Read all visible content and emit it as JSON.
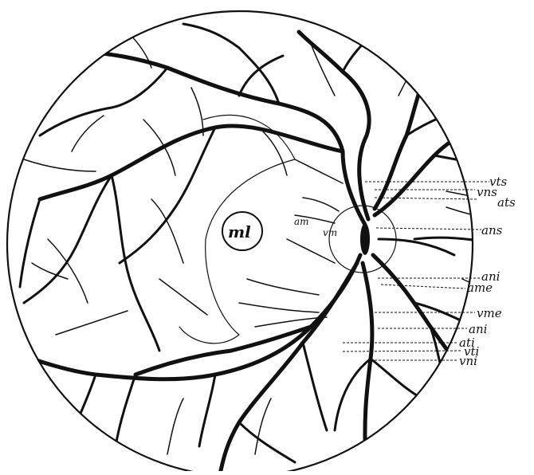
{
  "figure": {
    "labels": {
      "vts": "vts",
      "vns": "vns",
      "ats": "ats",
      "ans": "ans",
      "ani_upper": "ani",
      "ame": "ame",
      "vme": "vme",
      "ani_lower": "ani",
      "ati": "ati",
      "vti": "vti",
      "vni": "vni",
      "am": "am",
      "vm": "vm",
      "ml": "ml"
    },
    "colors": {
      "ink": "#111111",
      "paper": "#ffffff"
    }
  }
}
